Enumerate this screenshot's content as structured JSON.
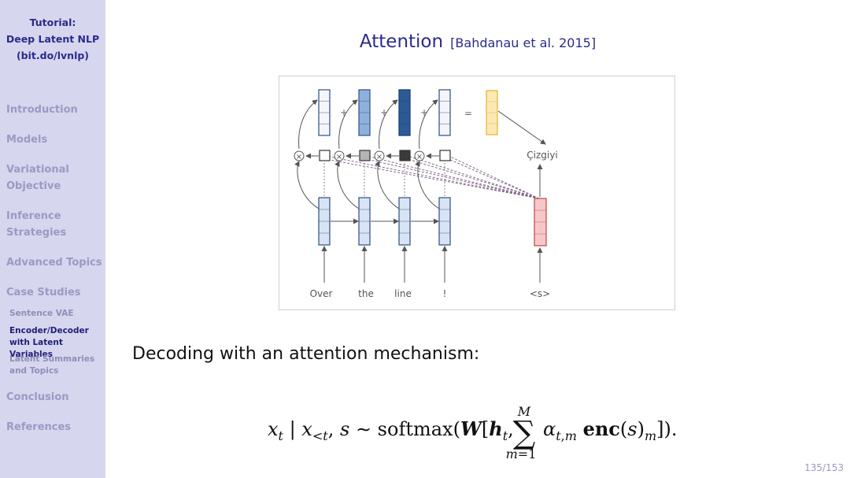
{
  "sidebar": {
    "title_lines": [
      "Tutorial:",
      "Deep Latent NLP",
      "(bit.do/lvnlp)"
    ],
    "sections": [
      {
        "label": "Introduction"
      },
      {
        "label": "Models"
      },
      {
        "label": "Variational"
      },
      {
        "label": "Objective"
      },
      {
        "label": "Inference"
      },
      {
        "label": "Strategies"
      },
      {
        "label": "Advanced Topics"
      },
      {
        "label": "Case Studies"
      },
      {
        "label": "Conclusion"
      },
      {
        "label": "References"
      }
    ],
    "subsections": [
      {
        "label": "Sentence VAE"
      },
      {
        "label": "Encoder/Decoder"
      },
      {
        "label": "with Latent Variables"
      },
      {
        "label": "Latent Summaries"
      },
      {
        "label": "and Topics"
      }
    ]
  },
  "slide": {
    "title": "Attention",
    "citation": "[Bahdanau et al. 2015]",
    "caption": "Decoding with an attention mechanism:",
    "page": "135/153"
  },
  "diagram": {
    "input_words": [
      "Over",
      "the",
      "line",
      "!"
    ],
    "decoder_input": "<s>",
    "output_word": "Çizgiyi",
    "plus": "+",
    "equals": "=",
    "times": "×",
    "colors": {
      "encoder": "#d8e4f4",
      "encoder_border": "#3c5a8c",
      "context": "#fbe8b4",
      "context_border": "#e6b83a",
      "decoder": "#f4c8c8",
      "decoder_border": "#c85050",
      "weight_light": "#8fb0dc",
      "weight_dark": "#2c5a96"
    }
  },
  "formula": {
    "left": "x_t | x_<t, s ~ softmax(W[h_t,",
    "sum_top": "M",
    "sum_bottom": "m=1",
    "right": "α_t,m enc(s)_m])."
  }
}
